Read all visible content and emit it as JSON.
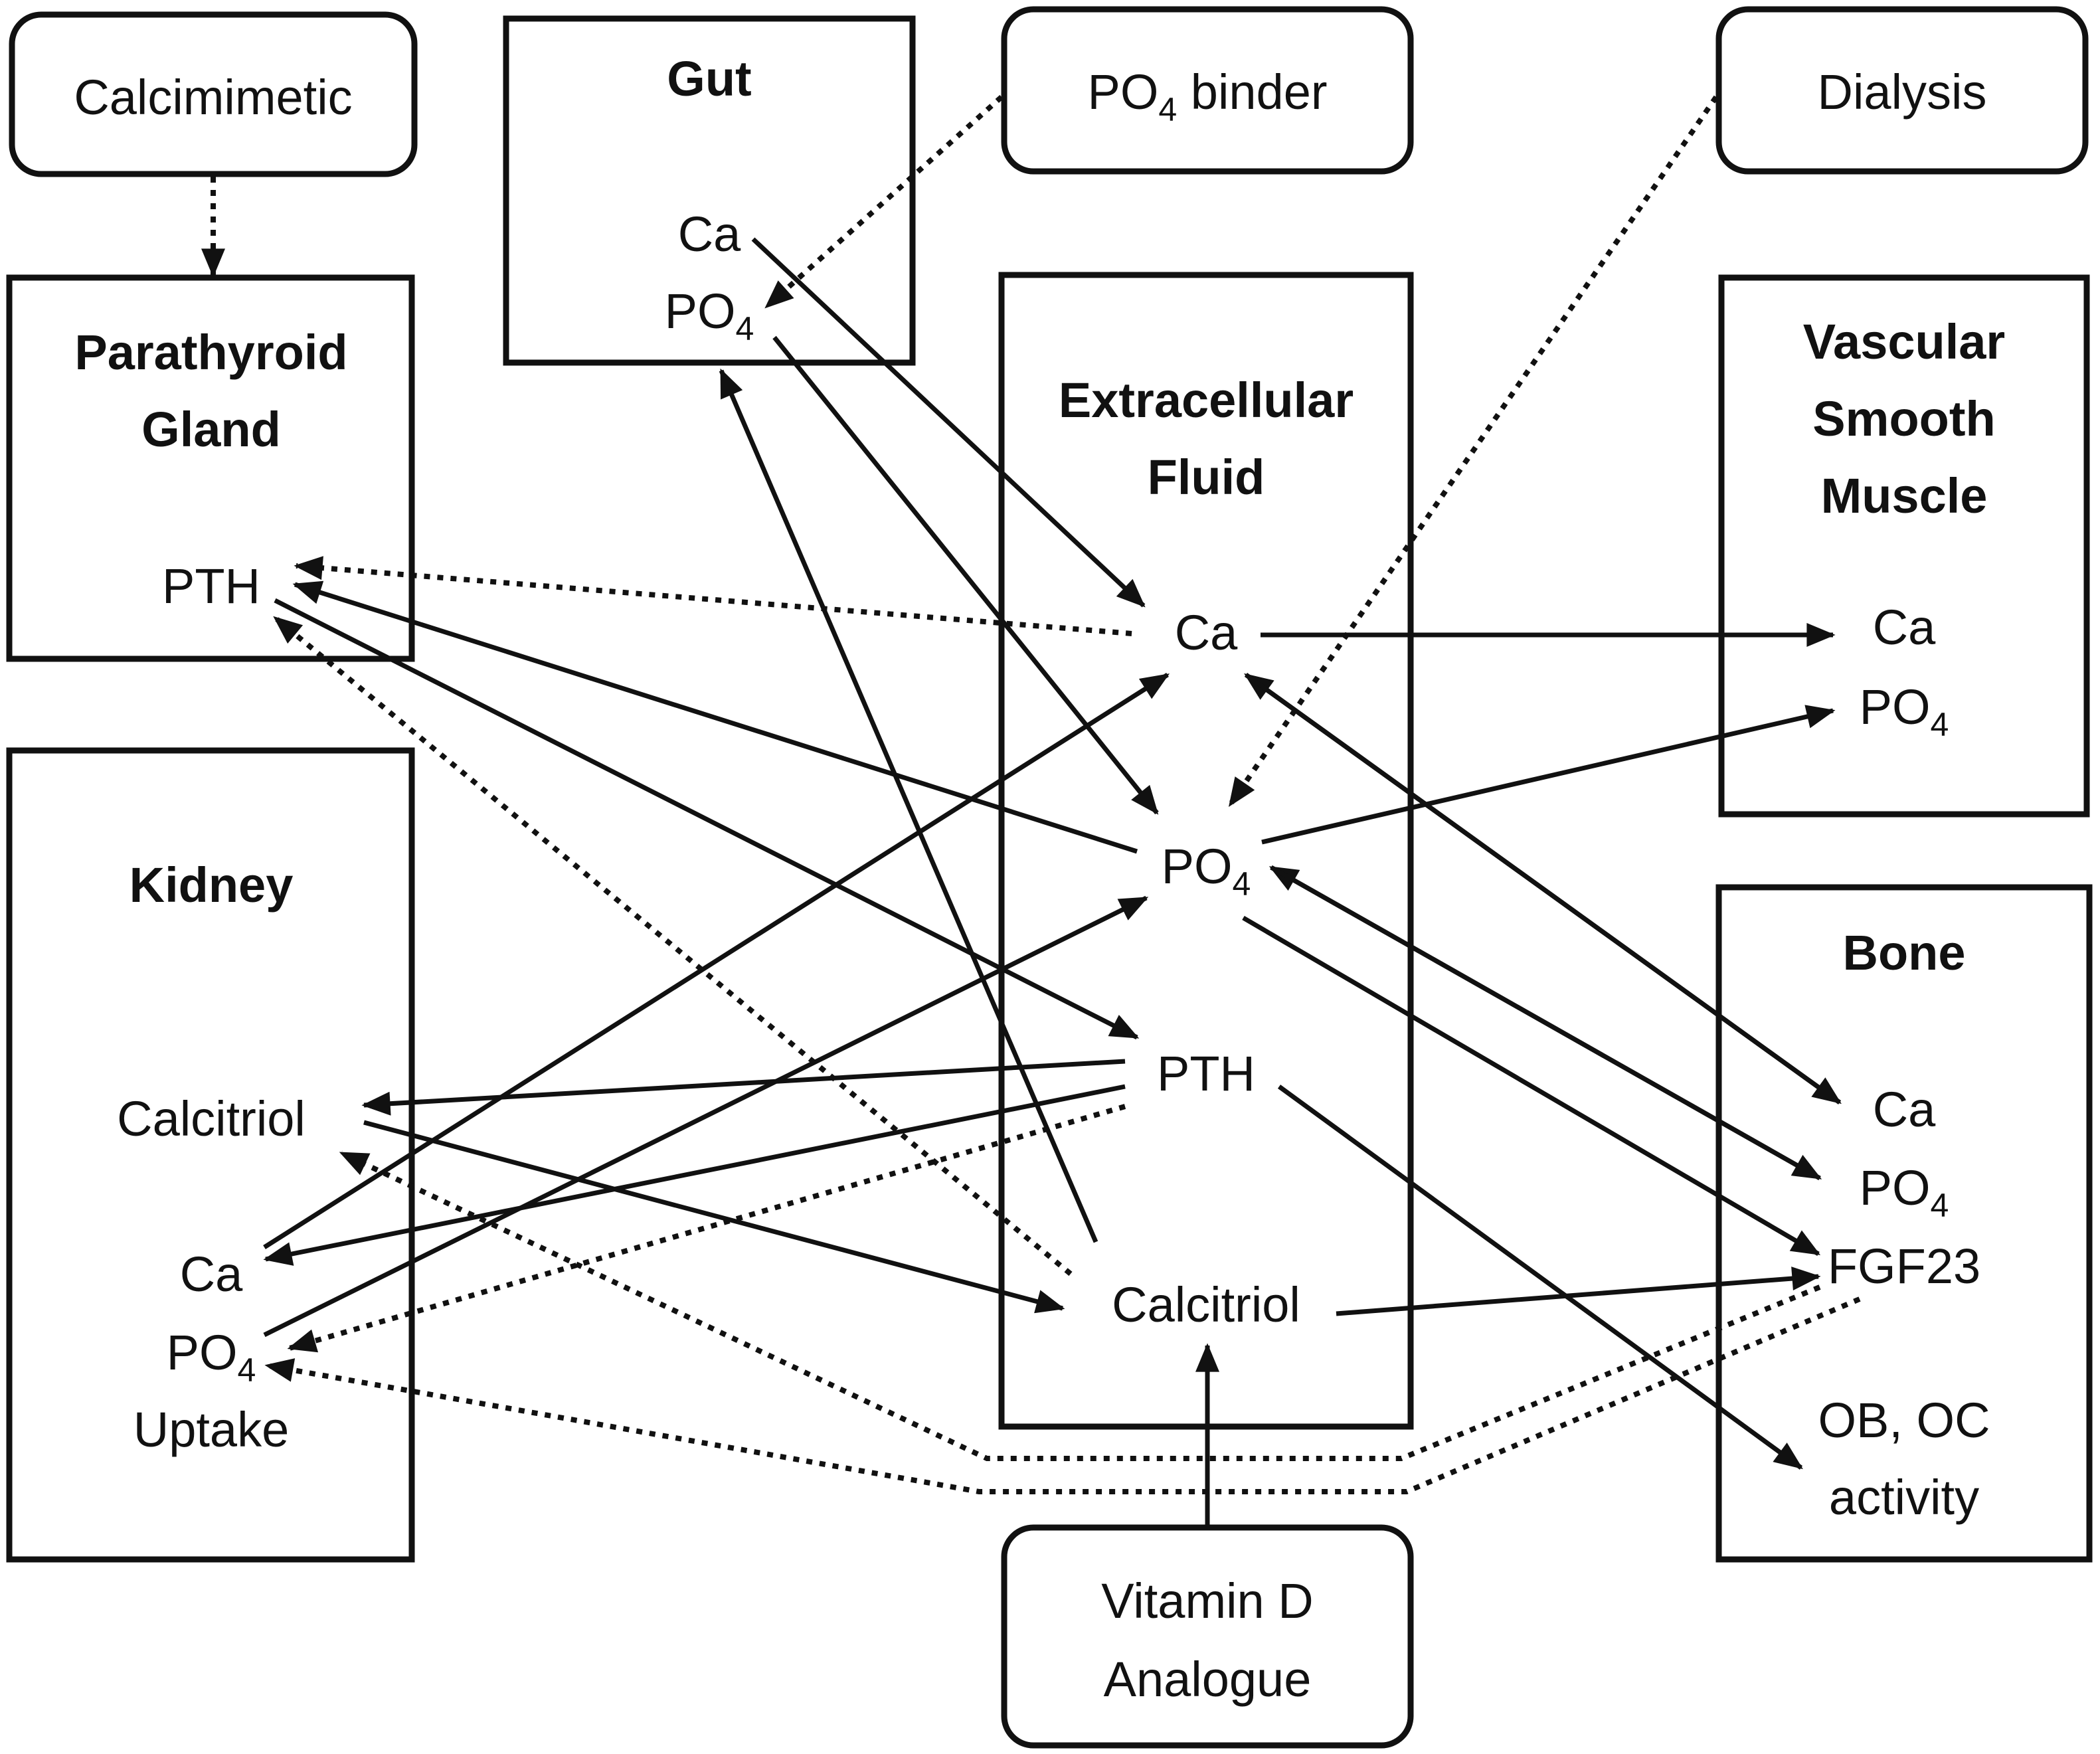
{
  "interventions": {
    "calcimimetic": "Calcimimetic",
    "po4_binder": "PO",
    "po4_binder_sub": "4",
    "po4_binder_suffix": " binder",
    "dialysis": "Dialysis",
    "vitd_line1": "Vitamin D",
    "vitd_line2": "Analogue"
  },
  "compartments": {
    "parathyroid": {
      "title1": "Parathyroid",
      "title2": "Gland",
      "pth": "PTH"
    },
    "gut": {
      "title": "Gut",
      "ca": "Ca",
      "po4": "PO",
      "po4_sub": "4"
    },
    "ecf": {
      "title1": "Extracellular",
      "title2": "Fluid",
      "ca": "Ca",
      "po4": "PO",
      "po4_sub": "4",
      "pth": "PTH",
      "calcitriol": "Calcitriol"
    },
    "kidney": {
      "title": "Kidney",
      "calcitriol": "Calcitriol",
      "ca": "Ca",
      "po4": "PO",
      "po4_sub": "4",
      "uptake": "Uptake"
    },
    "vascular": {
      "title1": "Vascular",
      "title2": "Smooth",
      "title3": "Muscle",
      "ca": "Ca",
      "po4": "PO",
      "po4_sub": "4"
    },
    "bone": {
      "title": "Bone",
      "ca": "Ca",
      "po4": "PO",
      "po4_sub": "4",
      "fgf23": "FGF23",
      "ob_oc": "OB, OC",
      "activity": "activity"
    }
  }
}
